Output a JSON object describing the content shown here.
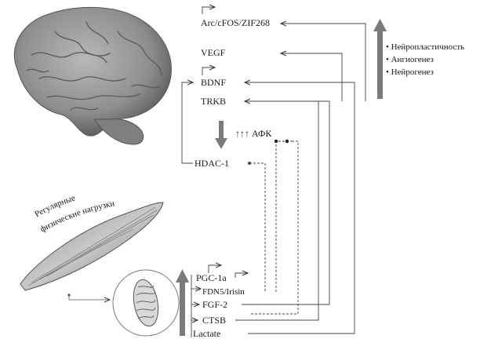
{
  "figure": {
    "molecules_top": {
      "arc": "Arc/cFOS/ZIF268",
      "vegf": "VEGF",
      "bdnf": "BDNF",
      "trkb": "TRKB",
      "hdac": "HDAC-1"
    },
    "afk": "↑↑↑ АФК",
    "molecules_bottom": {
      "pgc": "PGC-1a",
      "fdn": "FDN5/Irisin",
      "fgf": "FGF-2",
      "ctsb": "CTSB",
      "lactate": "Lactate"
    },
    "effects": [
      "Нейропластичность",
      "Ангиогенез",
      "Нейрогенез"
    ],
    "muscle_label_line1": "Регулярные",
    "muscle_label_line2": "физические нагрузки"
  }
}
